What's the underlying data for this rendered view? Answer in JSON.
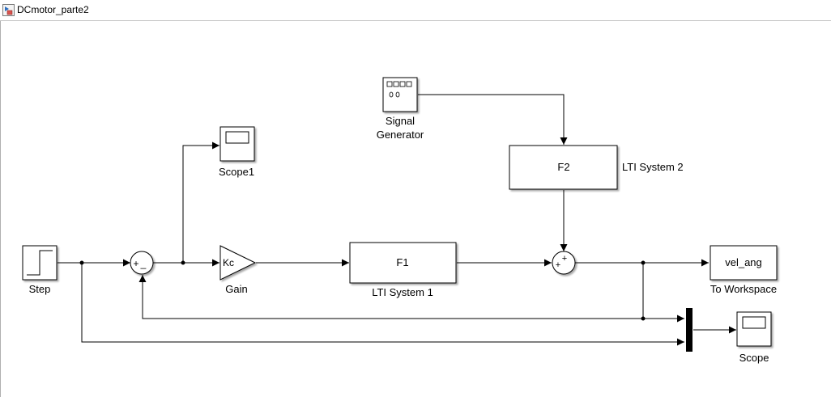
{
  "window": {
    "title": "DCmotor_parte2",
    "icon": "simulink-model-icon"
  },
  "blocks": {
    "step": {
      "label": "Step"
    },
    "sum1": {
      "signs": [
        "+",
        "_"
      ]
    },
    "gain": {
      "label": "Gain",
      "value": "Kc"
    },
    "scope1": {
      "label": "Scope1"
    },
    "lti1": {
      "label": "LTI System 1",
      "content": "F1"
    },
    "signal_generator": {
      "label_line1": "Signal",
      "label_line2": "Generator"
    },
    "lti2": {
      "label": "LTI System 2",
      "content": "F2"
    },
    "sum2": {
      "signs": [
        "+",
        "+"
      ]
    },
    "to_workspace": {
      "label": "To Workspace",
      "content": "vel_ang"
    },
    "mux": {
      "label": ""
    },
    "scope": {
      "label": "Scope"
    }
  }
}
